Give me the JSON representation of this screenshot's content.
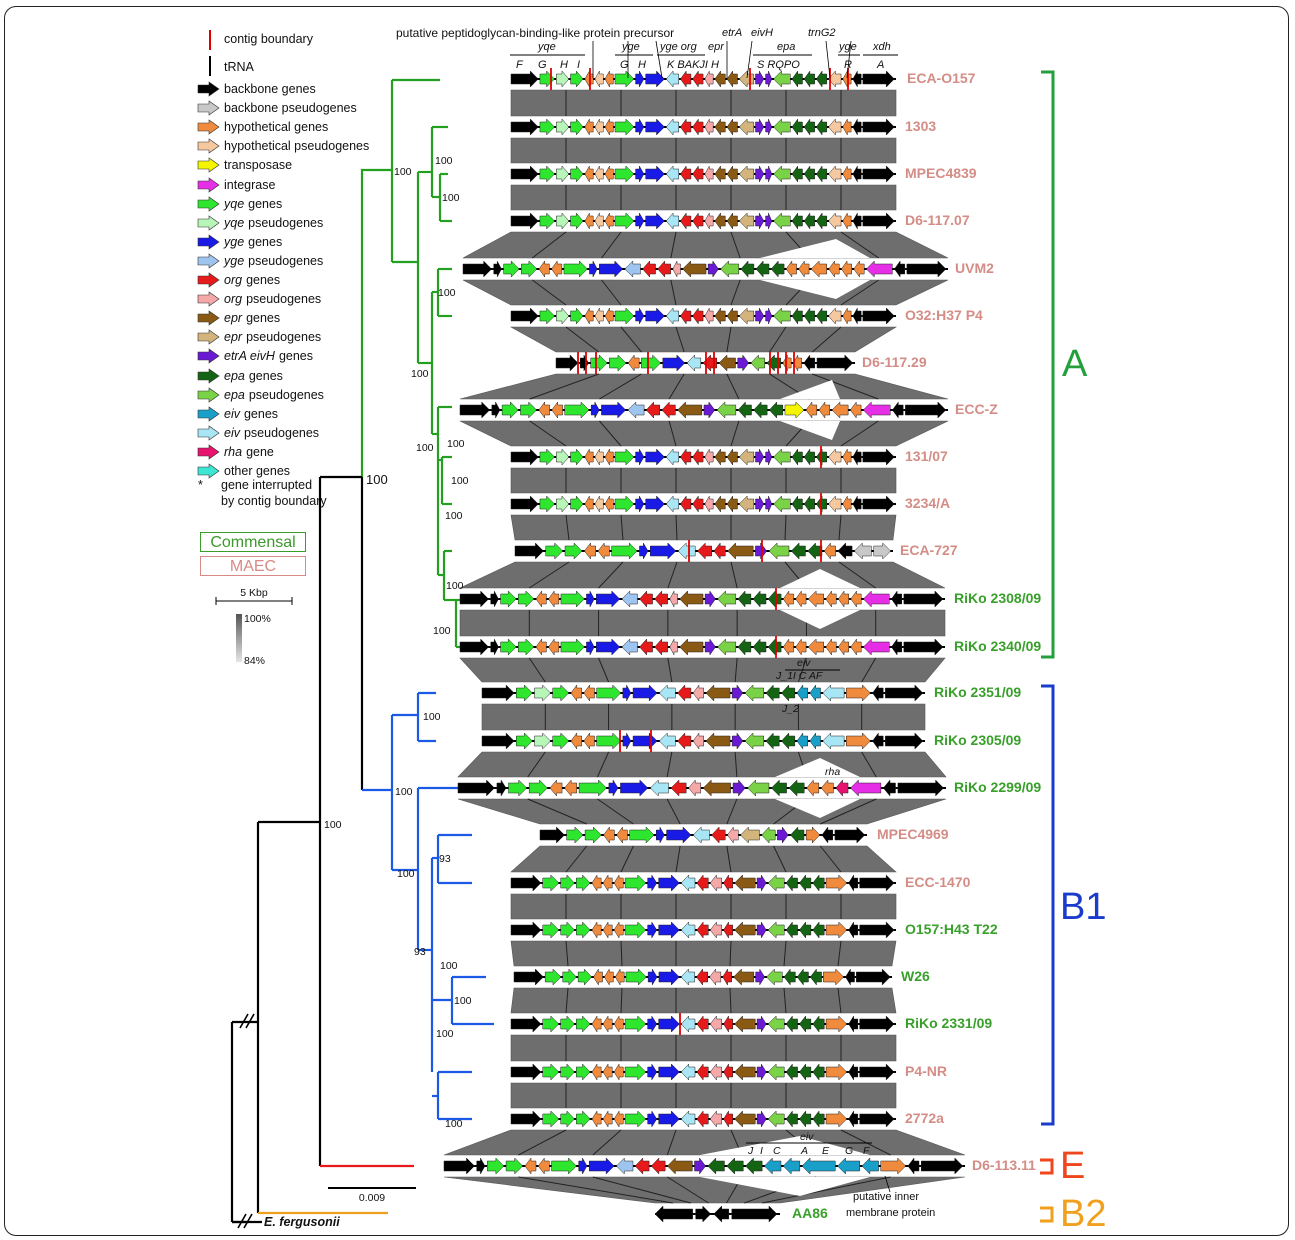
{
  "legend": {
    "contig": "contig boundary",
    "trna": "tRNA",
    "items": [
      {
        "color": "#000000",
        "pre": "",
        "label": "backbone genes",
        "icon": "black-arrow-icon"
      },
      {
        "color": "#c8c8c8",
        "pre": "",
        "label": "backbone pseudogenes",
        "icon": "grey-arrow-icon"
      },
      {
        "color": "#f08a3c",
        "pre": "",
        "label": "hypothetical genes",
        "icon": "orange-arrow-icon"
      },
      {
        "color": "#f6c8a0",
        "pre": "",
        "label": "hypothetical pseudogenes",
        "icon": "light-orange-arrow-icon"
      },
      {
        "color": "#f5f500",
        "pre": "",
        "label": "transposase",
        "icon": "yellow-arrow-icon"
      },
      {
        "color": "#e62ee6",
        "pre": "",
        "label": "integrase",
        "icon": "magenta-arrow-icon"
      },
      {
        "color": "#2ee62e",
        "pre": "yqe",
        "label": "genes",
        "icon": "green-arrow-icon"
      },
      {
        "color": "#b8f5b8",
        "pre": "yqe",
        "label": "pseudogenes",
        "icon": "light-green-arrow-icon"
      },
      {
        "color": "#1a1ae6",
        "pre": "yge",
        "label": "genes",
        "icon": "blue-arrow-icon"
      },
      {
        "color": "#9ec4f0",
        "pre": "yge",
        "label": "pseudogenes",
        "icon": "light-blue-arrow-icon"
      },
      {
        "color": "#e61a1a",
        "pre": "org",
        "label": "genes",
        "icon": "red-arrow-icon"
      },
      {
        "color": "#f5a8a8",
        "pre": "org",
        "label": "pseudogenes",
        "icon": "pink-arrow-icon"
      },
      {
        "color": "#8a5a14",
        "pre": "epr",
        "label": "genes",
        "icon": "brown-arrow-icon"
      },
      {
        "color": "#d2b47c",
        "pre": "epr",
        "label": "pseudogenes",
        "icon": "tan-arrow-icon"
      },
      {
        "color": "#6a1ad2",
        "pre": "etrA eivH",
        "label": "genes",
        "icon": "purple-arrow-icon"
      },
      {
        "color": "#146414",
        "pre": "epa",
        "label": "genes",
        "icon": "dark-green-arrow-icon"
      },
      {
        "color": "#7ad246",
        "pre": "epa",
        "label": "pseudogenes",
        "icon": "lime-arrow-icon"
      },
      {
        "color": "#1aa0c8",
        "pre": "eiv",
        "label": "genes",
        "icon": "teal-arrow-icon"
      },
      {
        "color": "#a8e6f5",
        "pre": "eiv",
        "label": "pseudogenes",
        "icon": "light-teal-arrow-icon"
      },
      {
        "color": "#e6146e",
        "pre": "rha",
        "label": "gene",
        "icon": "crimson-arrow-icon"
      },
      {
        "color": "#3ce6d2",
        "pre": "",
        "label": "other genes",
        "icon": "cyan-arrow-icon"
      }
    ],
    "note_star": "*",
    "note": "gene interrupted by contig boundary",
    "commensal": "Commensal",
    "maec": "MAEC",
    "scale_kbp": "5 Kbp",
    "identity_max": "100%",
    "identity_min": "84%"
  },
  "tree": {
    "scale": "0.009",
    "outgroup": "E. fergusonii",
    "support": {
      "root_a": "100",
      "a_sub1": "100",
      "a_sub2": "100",
      "a_sub3": "100",
      "a_sub4": "100",
      "a_sub5": "100",
      "a_sub6": "100",
      "a_sub7": "100",
      "a_sub8": "100",
      "a_sub9": "100",
      "a_sub10": "100",
      "ab1": "100",
      "b1_a": "100",
      "b1_b": "100",
      "b1_c": "100",
      "b1_d": "93",
      "b1_e": "93",
      "b1_f": "100",
      "b1_g": "100",
      "b1_h": "100",
      "b1_i": "100",
      "e_node": "100"
    }
  },
  "gene_labels": {
    "peptidoglycan": "putative peptidoglycan-binding-like protein precursor",
    "yqe": "yqe",
    "yqe_letters": [
      "F",
      "G",
      "H",
      "I"
    ],
    "yge_1": "yge",
    "yge_1_letters": [
      "G",
      "H"
    ],
    "yge_org": "yge org",
    "kbakji": "K BAKJI H",
    "epr": "epr",
    "etra": "etrA",
    "eivh": "eivH",
    "epa": "epa",
    "srqpo": "S RQPO",
    "trng2": "trnG2",
    "yge_2": "yge",
    "yge_2_letter": "R",
    "xdh": "xdh",
    "xdh_letter": "A",
    "eiv_b1": "eiv",
    "eiv_b1_letters": "J_1I C  AF",
    "j2": "J_2",
    "rha": "rha",
    "eiv_e": "eiv",
    "eiv_e_letters": [
      "J",
      "I",
      "C",
      "A",
      "E",
      "G",
      "F"
    ],
    "inner_membrane": "putative inner membrane protein"
  },
  "strains": [
    {
      "name": "ECA-O157",
      "group": "maec"
    },
    {
      "name": "1303",
      "group": "maec"
    },
    {
      "name": "MPEC4839",
      "group": "maec"
    },
    {
      "name": "D6-117.07",
      "group": "maec"
    },
    {
      "name": "UVM2",
      "group": "maec"
    },
    {
      "name": "O32:H37 P4",
      "group": "maec"
    },
    {
      "name": "D6-117.29",
      "group": "maec"
    },
    {
      "name": "ECC-Z",
      "group": "maec"
    },
    {
      "name": "131/07",
      "group": "maec"
    },
    {
      "name": "3234/A",
      "group": "maec"
    },
    {
      "name": "ECA-727",
      "group": "maec"
    },
    {
      "name": "RiKo 2308/09",
      "group": "commensal"
    },
    {
      "name": "RiKo 2340/09",
      "group": "commensal"
    },
    {
      "name": "RiKo 2351/09",
      "group": "commensal"
    },
    {
      "name": "RiKo 2305/09",
      "group": "commensal"
    },
    {
      "name": "RiKo 2299/09",
      "group": "commensal"
    },
    {
      "name": "MPEC4969",
      "group": "maec"
    },
    {
      "name": "ECC-1470",
      "group": "maec"
    },
    {
      "name": "O157:H43 T22",
      "group": "commensal"
    },
    {
      "name": "W26",
      "group": "commensal"
    },
    {
      "name": "RiKo 2331/09",
      "group": "commensal"
    },
    {
      "name": "P4-NR",
      "group": "maec"
    },
    {
      "name": "2772a",
      "group": "maec"
    },
    {
      "name": "D6-113.11",
      "group": "maec"
    },
    {
      "name": "AA86",
      "group": "commensal"
    }
  ],
  "clades": {
    "a": {
      "label": "A",
      "color": "#23a03c"
    },
    "b1": {
      "label": "B1",
      "color": "#1a3ccc"
    },
    "e": {
      "label": "E",
      "color": "#f0461e"
    },
    "b2": {
      "label": "B2",
      "color": "#f0a01e"
    }
  }
}
